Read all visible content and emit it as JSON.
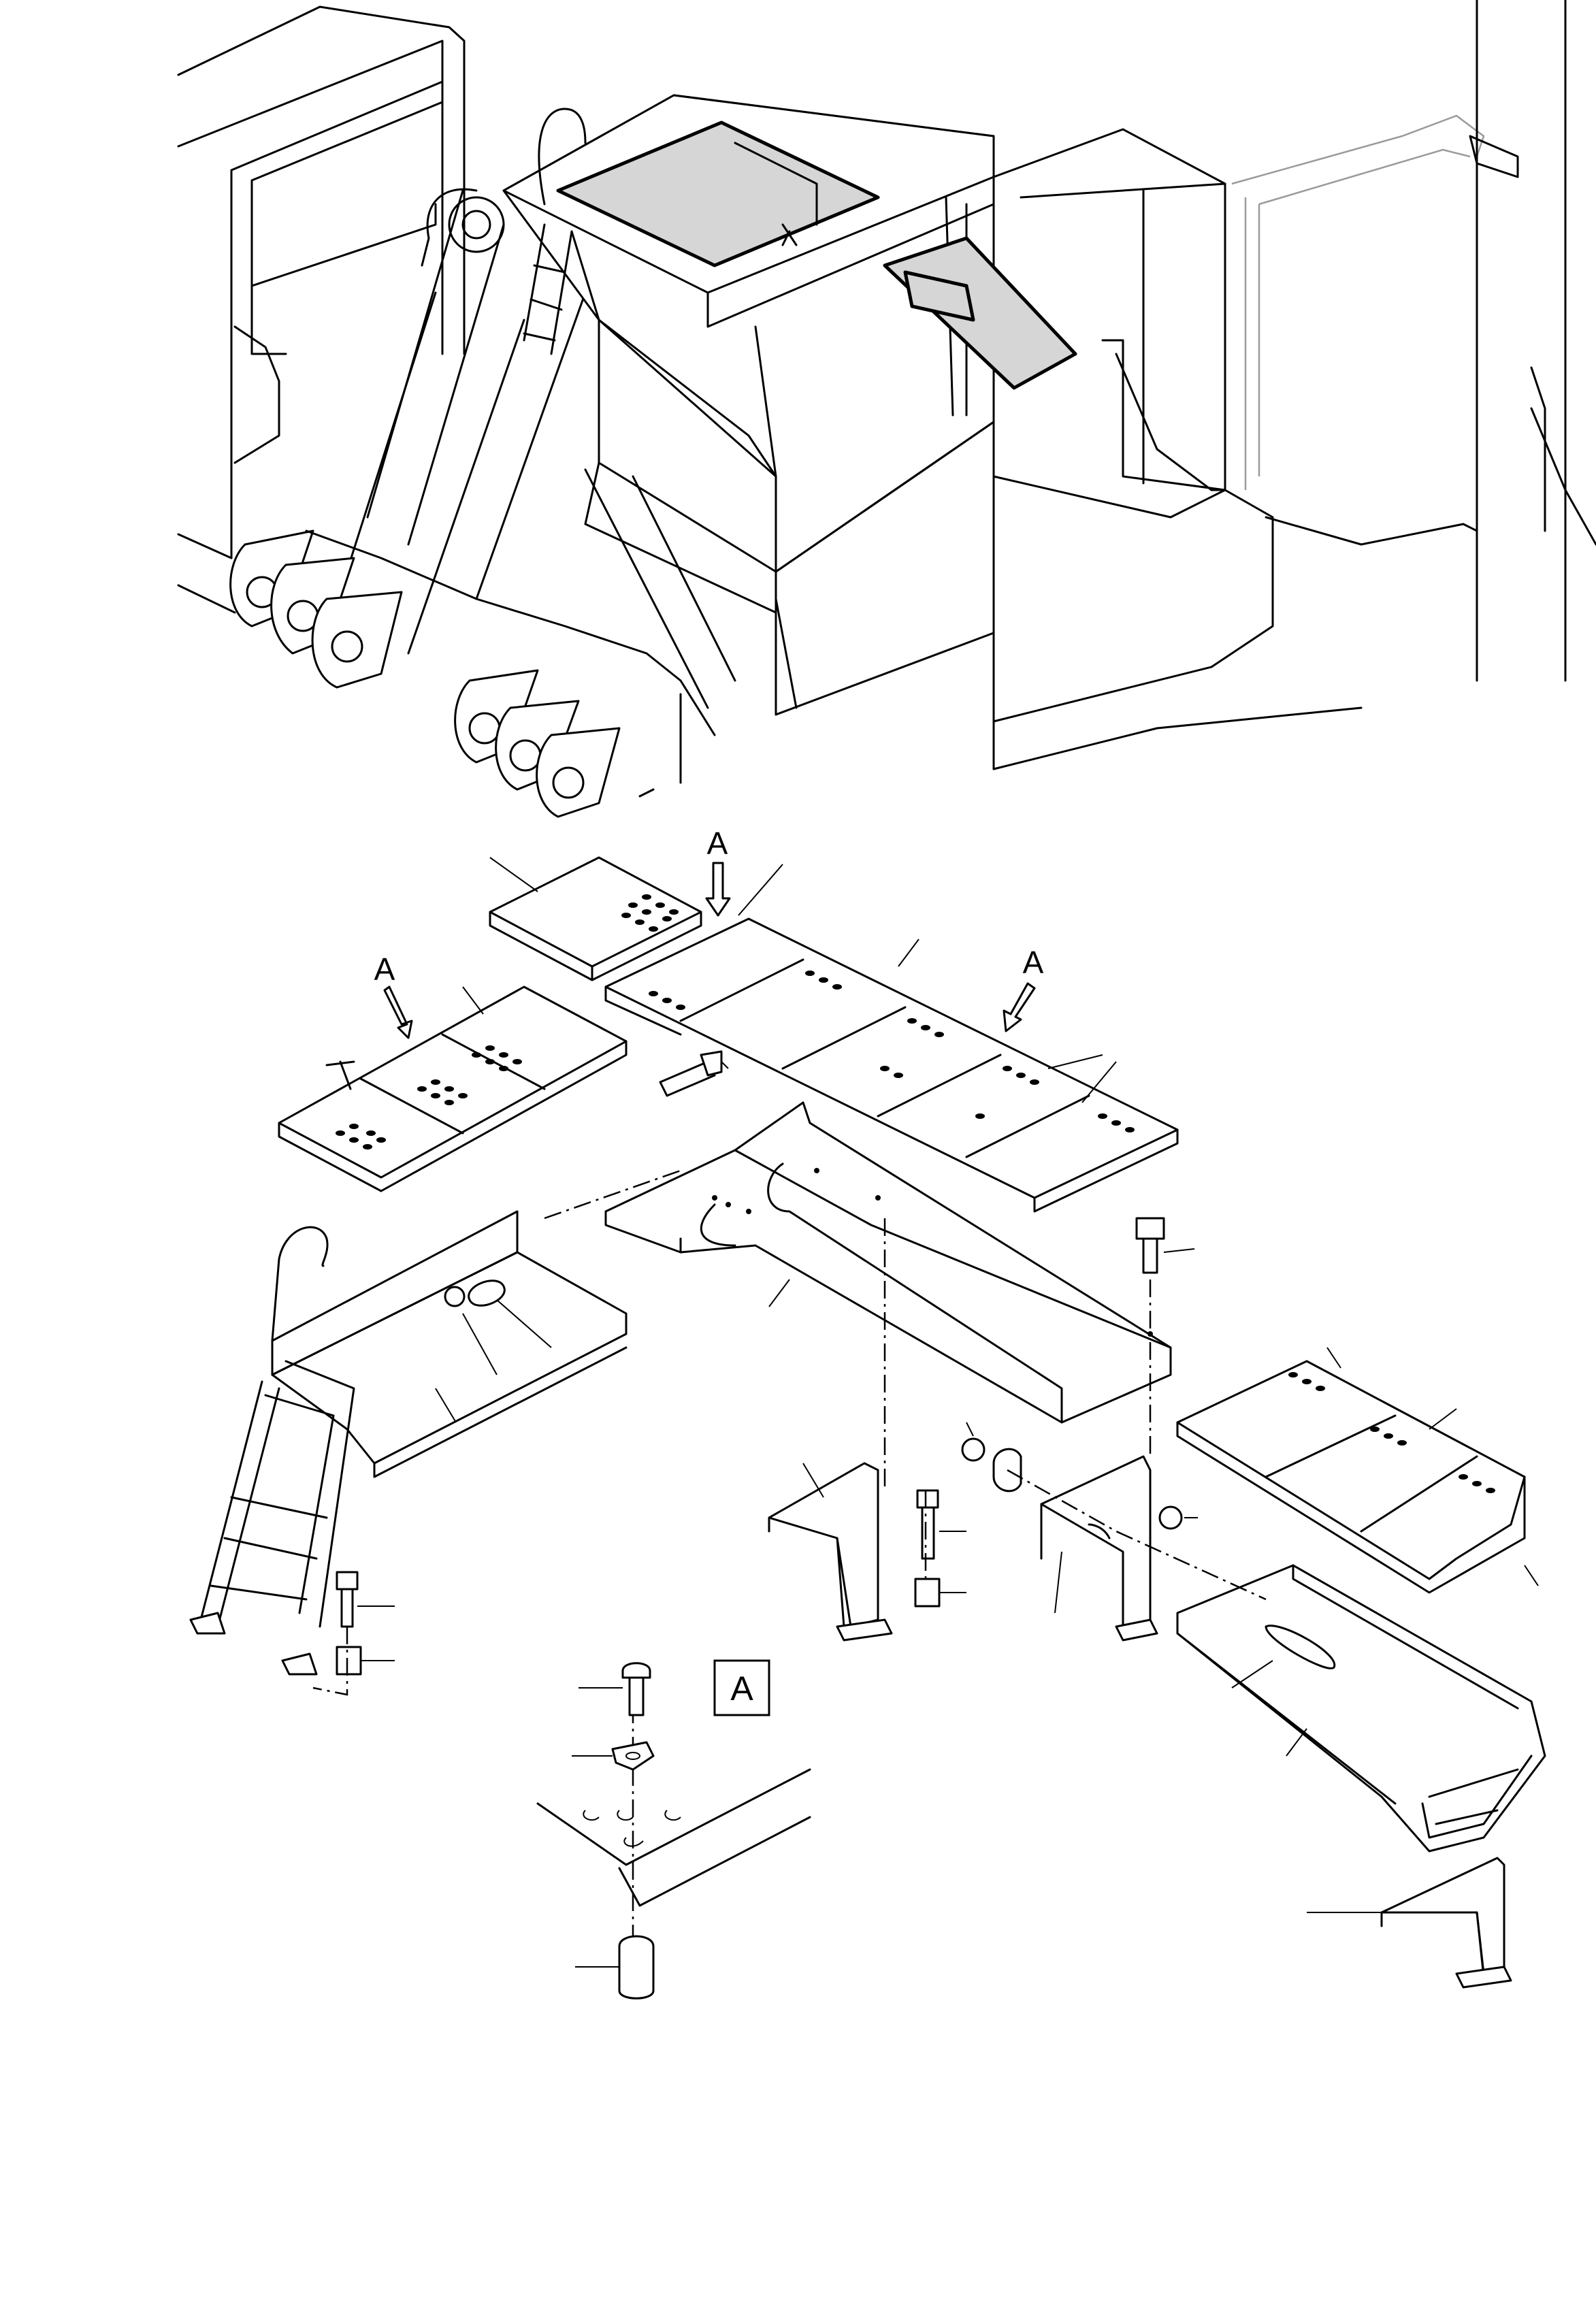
{
  "labels": {
    "view_a_1": "A",
    "view_a_2": "A",
    "view_a_3": "A",
    "detail_box": "A"
  }
}
